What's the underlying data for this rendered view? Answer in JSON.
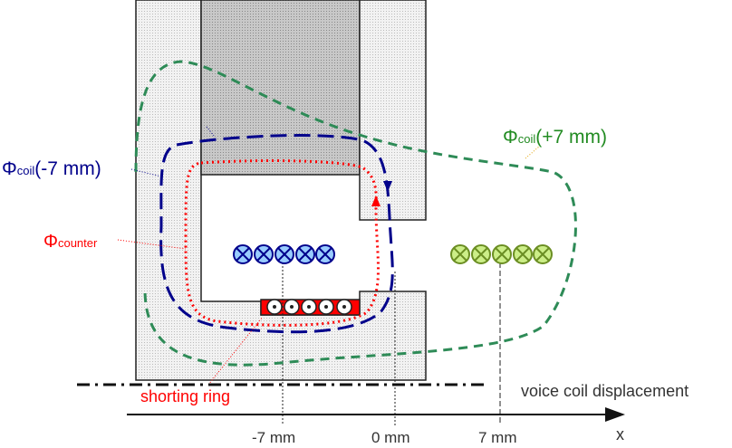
{
  "labels": {
    "phi_minus": {
      "symbol": "Φ",
      "sub": "coil",
      "rest": "(-7 mm)",
      "color": "#00008b"
    },
    "phi_plus": {
      "symbol": "Φ",
      "sub": "coil",
      "rest": "(+7 mm)",
      "color": "#228b22"
    },
    "phi_counter": {
      "symbol": "Φ",
      "sub": "counter",
      "color": "#ff0000"
    },
    "shorting_ring": "shorting ring",
    "axis_title": "voice coil displacement",
    "axis_var": "x",
    "ticks": [
      "-7 mm",
      "0 mm",
      "7 mm"
    ]
  },
  "colors": {
    "coil_minus": "#99ccff",
    "coil_plus": "#ccee88",
    "flux_minus": "#00008b",
    "flux_plus": "#2e8b57",
    "counter": "#ff0000",
    "ring": "#ff0000"
  }
}
